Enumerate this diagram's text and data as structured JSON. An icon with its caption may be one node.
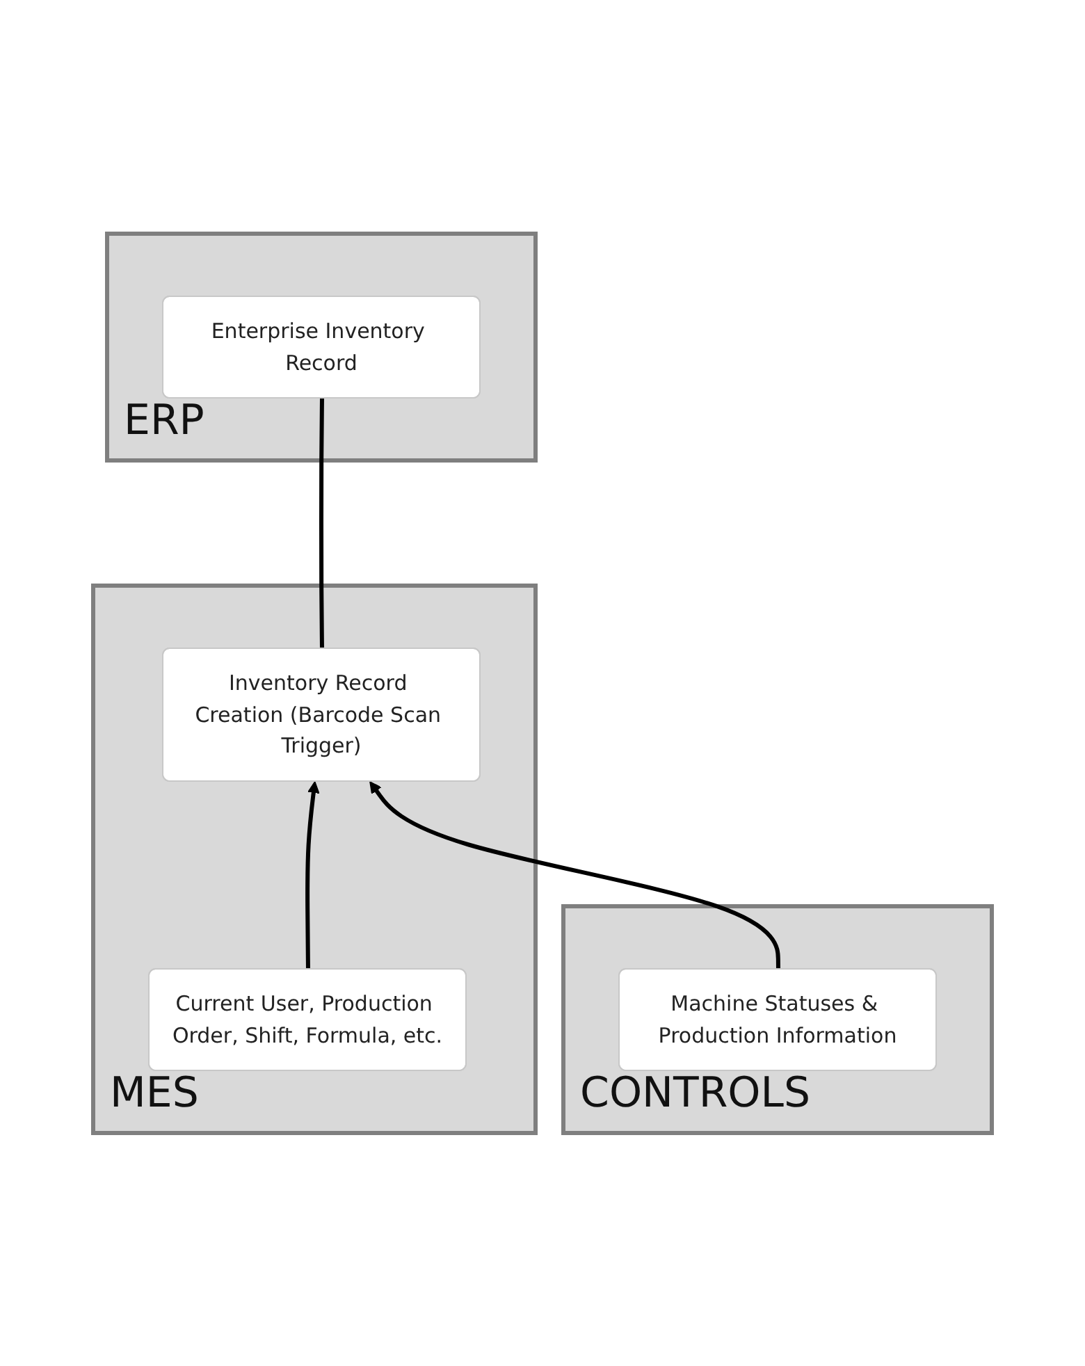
{
  "diagram": {
    "nodes": [
      {
        "text": [
          "ERP"
        ]
      },
      {
        "text": [
          "Enterprise Inventory Record"
        ],
        "in": 0
      },
      {
        "text": [
          "MES"
        ]
      },
      {
        "text": [
          "Inventory Record Creation (Barcode Scan Trigger)"
        ],
        "in": 2
      },
      {
        "text": [
          "Current User, Production Order, Shift, Formula, etc."
        ],
        "in": 2
      },
      {
        "text": [
          "CONTROLS"
        ]
      },
      {
        "text": [
          "Machine Statuses & Production Information"
        ],
        "in": 5
      }
    ],
    "edges": [
      {
        "from": 3,
        "to": 1,
        "arrow": "none"
      },
      {
        "from": 4,
        "to": 3,
        "arrow": "to"
      },
      {
        "from": 6,
        "to": 3,
        "arrow": "to"
      }
    ]
  }
}
